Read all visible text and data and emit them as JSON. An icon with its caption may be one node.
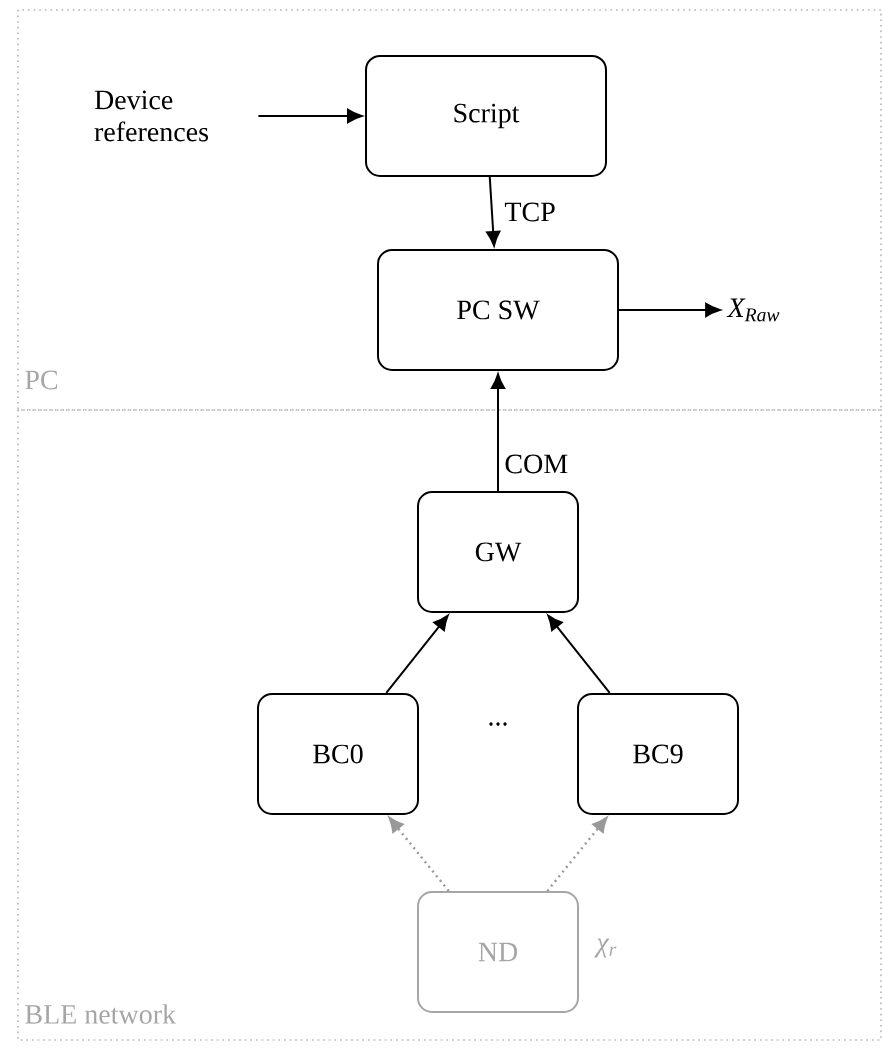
{
  "diagram": {
    "nodes": [
      {
        "text": [
          "PC"
        ]
      },
      {
        "text": [
          "BLE network"
        ]
      },
      {
        "text": [
          "Device references"
        ],
        "in": 0
      },
      {
        "text": [
          "Script"
        ],
        "in": 0
      },
      {
        "text": [
          "PC SW"
        ],
        "in": 0
      },
      {
        "text": [
          "X$_{Raw}$"
        ],
        "in": 0
      },
      {
        "text": [
          "GW"
        ],
        "in": 1
      },
      {
        "text": [
          "BC0"
        ],
        "in": 1
      },
      {
        "text": [
          "BC9"
        ],
        "in": 1
      },
      {
        "text": [
          "ND"
        ],
        "in": 1,
        "beside": [
          "χ$_{r}$"
        ]
      }
    ],
    "edges": [
      {
        "from": 2,
        "to": 3,
        "arrow": "to"
      },
      {
        "from": 3,
        "to": 4,
        "arrow": "to",
        "label": "TCP"
      },
      {
        "from": 4,
        "to": 5,
        "arrow": "to"
      },
      {
        "from": 6,
        "to": 4,
        "arrow": "to",
        "label": "COM"
      },
      {
        "from": 7,
        "to": 6,
        "arrow": "to"
      },
      {
        "from": 8,
        "to": 6,
        "arrow": "to"
      },
      {
        "from": 9,
        "to": 7,
        "arrow": "to",
        "style": "dashed",
        "color": "#999999"
      },
      {
        "from": 9,
        "to": 8,
        "arrow": "to",
        "style": "dashed",
        "color": "#999999"
      }
    ],
    "labels": [
      "..."
    ]
  }
}
